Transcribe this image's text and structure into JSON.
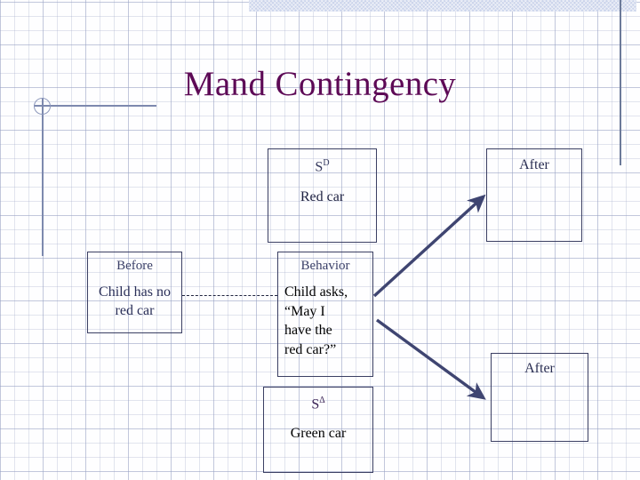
{
  "slide": {
    "title": "Mand Contingency",
    "title_color": "#5d0a56",
    "background": "graph-paper",
    "banner_color": "#c9d2ea"
  },
  "boxes": {
    "sd": {
      "symbol_base": "S",
      "symbol_sup": "D",
      "text": "Red car"
    },
    "after_top": {
      "label": "After"
    },
    "before": {
      "header": "Before",
      "text": "Child has no red car"
    },
    "behavior": {
      "header": "Behavior",
      "line1": "Child asks,",
      "line2": "“May I",
      "line3": "have the",
      "line4": "red car?”"
    },
    "s_delta": {
      "symbol_base": "S",
      "symbol_sup": "Δ",
      "text": "Green car"
    },
    "after_bottom": {
      "label": "After"
    }
  },
  "connectors": {
    "before_to_behavior": {
      "style": "dashed",
      "color": "#20243f"
    },
    "behavior_to_after_top": {
      "style": "arrow",
      "color": "#3f4571",
      "direction": "up-right"
    },
    "behavior_to_after_bottom": {
      "style": "arrow",
      "color": "#3f4571",
      "direction": "down-right"
    }
  },
  "decor": {
    "circle": "circle-decoration",
    "left_rule": "left-accent-rule",
    "right_rule": "right-accent-rule"
  }
}
